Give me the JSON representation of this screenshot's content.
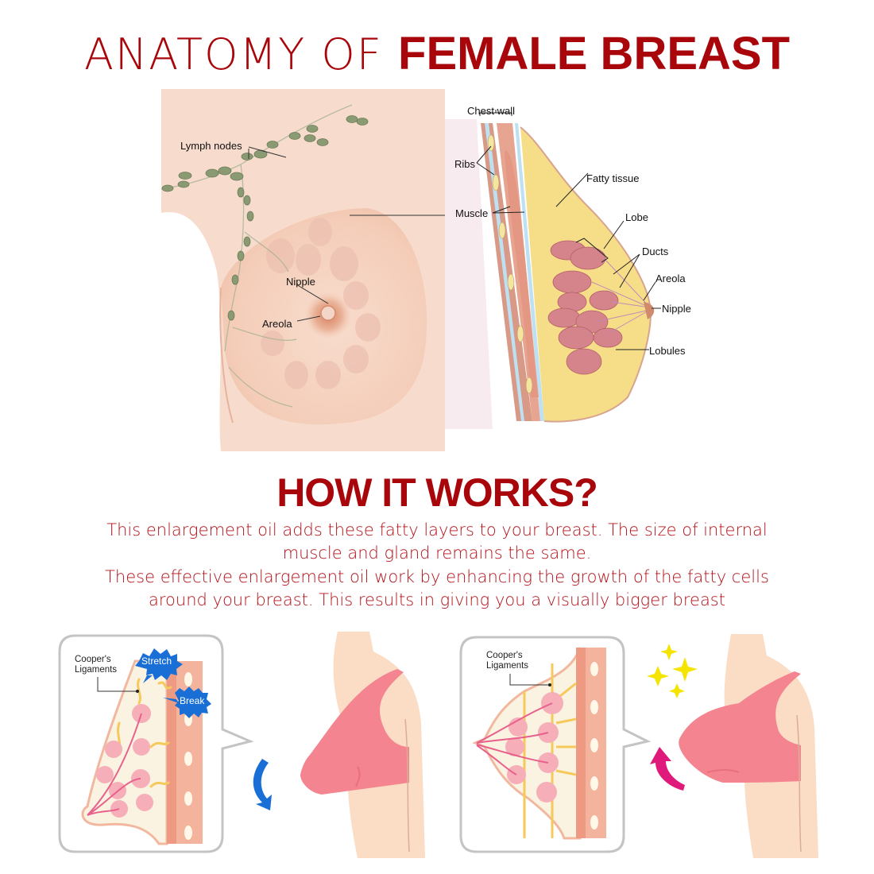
{
  "header": {
    "title_light": "ANATOMY OF ",
    "title_bold": "FEMALE BREAST"
  },
  "front_diagram": {
    "labels": {
      "lymph_nodes": "Lymph nodes",
      "nipple": "Nipple",
      "areola": "Areola"
    }
  },
  "cross_section": {
    "labels": {
      "chest_wall": "Chest wall",
      "ribs": "Ribs",
      "muscle": "Muscle",
      "fatty_tissue": "Fatty tissue",
      "lobe": "Lobe",
      "ducts": "Ducts",
      "areola": "Areola",
      "nipple": "Nipple",
      "lobules": "Lobules"
    }
  },
  "how_it_works": {
    "heading": "HOW IT WORKS?",
    "lines": [
      "This enlargement oil adds these fatty layers to your breast. The size of internal",
      "muscle and gland remains the same.",
      "These effective enlargement oil work by enhancing the growth of the fatty cells",
      "around your breast. This results in giving you a visually bigger breast"
    ]
  },
  "comparison": {
    "before": {
      "label_line1": "Cooper's",
      "label_line2": "Ligaments",
      "badge_stretch": "Stretch",
      "badge_break": "Break",
      "arrow": "down-arrow",
      "arrow_color": "#1a6fd6"
    },
    "after": {
      "label_line1": "Cooper's",
      "label_line2": "Ligaments",
      "arrow": "up-arrow",
      "arrow_color": "#e01a7a",
      "sparkle_color": "#f5e400"
    }
  },
  "colors": {
    "brand_red": "#a8060b",
    "skin": "#f9dcc6",
    "bra_pink": "#f4848f",
    "fat_yellow": "#f7e08a"
  }
}
